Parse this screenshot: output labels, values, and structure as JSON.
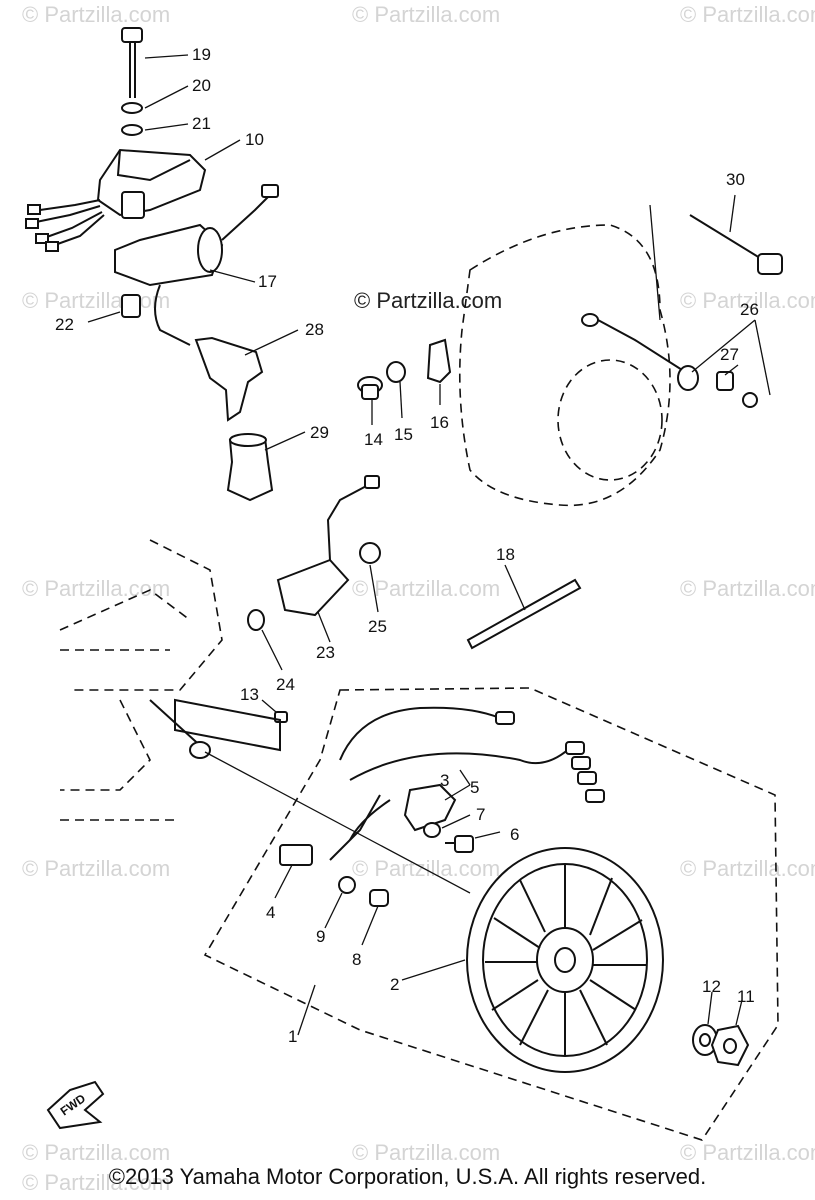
{
  "watermarks": [
    "© Partzilla.com",
    "© Partzilla.com",
    "© Partzilla.com",
    "© Partzilla.com",
    "© Partzilla.com",
    "© Partzilla.com",
    "© Partzilla.com",
    "© Partzilla.com",
    "© Partzilla.com",
    "© Partzilla.com",
    "© Partzilla.com",
    "© Partzilla.com",
    "© Partzilla.com",
    "© Partzilla.com",
    "© Partzilla.com"
  ],
  "center_watermark": "© Partzilla.com",
  "callouts": {
    "n1": "1",
    "n2": "2",
    "n3": "3",
    "n4": "4",
    "n5": "5",
    "n6": "6",
    "n7": "7",
    "n8": "8",
    "n9": "9",
    "n10": "10",
    "n11": "11",
    "n12": "12",
    "n13": "13",
    "n14": "14",
    "n15": "15",
    "n16": "16",
    "n17": "17",
    "n18": "18",
    "n19": "19",
    "n20": "20",
    "n21": "21",
    "n22": "22",
    "n23": "23",
    "n24": "24",
    "n25": "25",
    "n26": "26",
    "n27": "27",
    "n28": "28",
    "n29": "29",
    "n30": "30"
  },
  "fwd_label": "FWD",
  "copyright": "©2013  Yamaha Motor Corporation, U.S.A. All rights reserved."
}
